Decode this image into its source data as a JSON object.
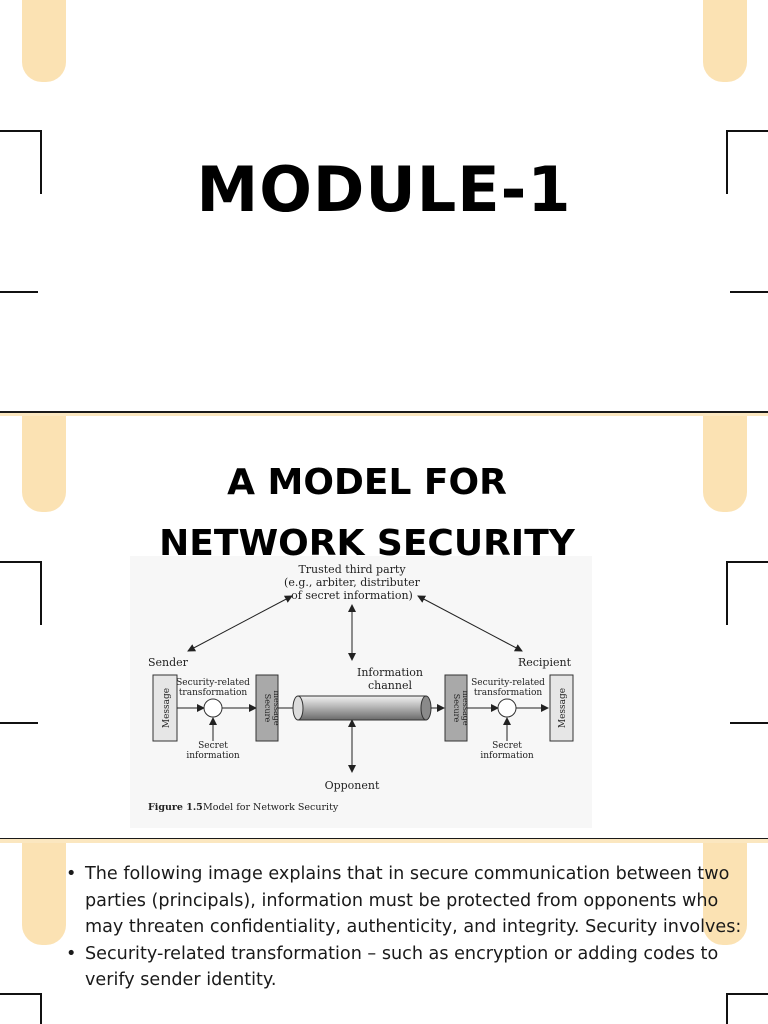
{
  "slide1": {
    "title": "MODULE-1"
  },
  "slide2": {
    "title_line1": "A MODEL FOR",
    "title_line2": "NETWORK SECURITY",
    "figure": {
      "trusted_line1": "Trusted third party",
      "trusted_line2": "(e.g., arbiter, distributer",
      "trusted_line3": "of secret information)",
      "sender": "Sender",
      "recipient": "Recipient",
      "transform_line1": "Security-related",
      "transform_line2": "transformation",
      "message": "Message",
      "secure_line1": "Secure",
      "secure_line2": "message",
      "info_channel_line1": "Information",
      "info_channel_line2": "channel",
      "secret_line1": "Secret",
      "secret_line2": "information",
      "opponent": "Opponent",
      "caption_num": "Figure 1.5",
      "caption_text": "Model for Network Security"
    }
  },
  "slide3": {
    "bullets": [
      "The following image explains that in secure communication between two parties (principals), information must be protected from opponents who may threaten confidentiality, authenticity, and integrity. Security involves:",
      "Security-related transformation – such as encryption or adding codes to verify sender identity."
    ]
  }
}
